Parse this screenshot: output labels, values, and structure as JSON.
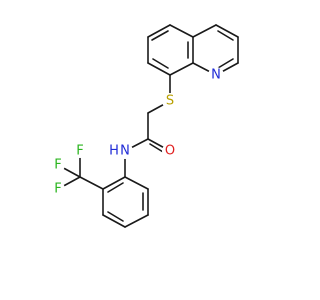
{
  "molecule": {
    "labels": {
      "sulfur": "S",
      "quinoline_nitrogen": "N",
      "amide_oxygen": "O",
      "amide_nitrogen": "N",
      "amide_hydrogen": "H",
      "fluorine_1": "F",
      "fluorine_2": "F",
      "fluorine_3": "F"
    },
    "colors": {
      "bond": "#1a1a1a",
      "sulfur": "#b8a000",
      "nitrogen": "#1f2bd6",
      "oxygen": "#e01f1f",
      "fluorine": "#2bb51f"
    }
  }
}
